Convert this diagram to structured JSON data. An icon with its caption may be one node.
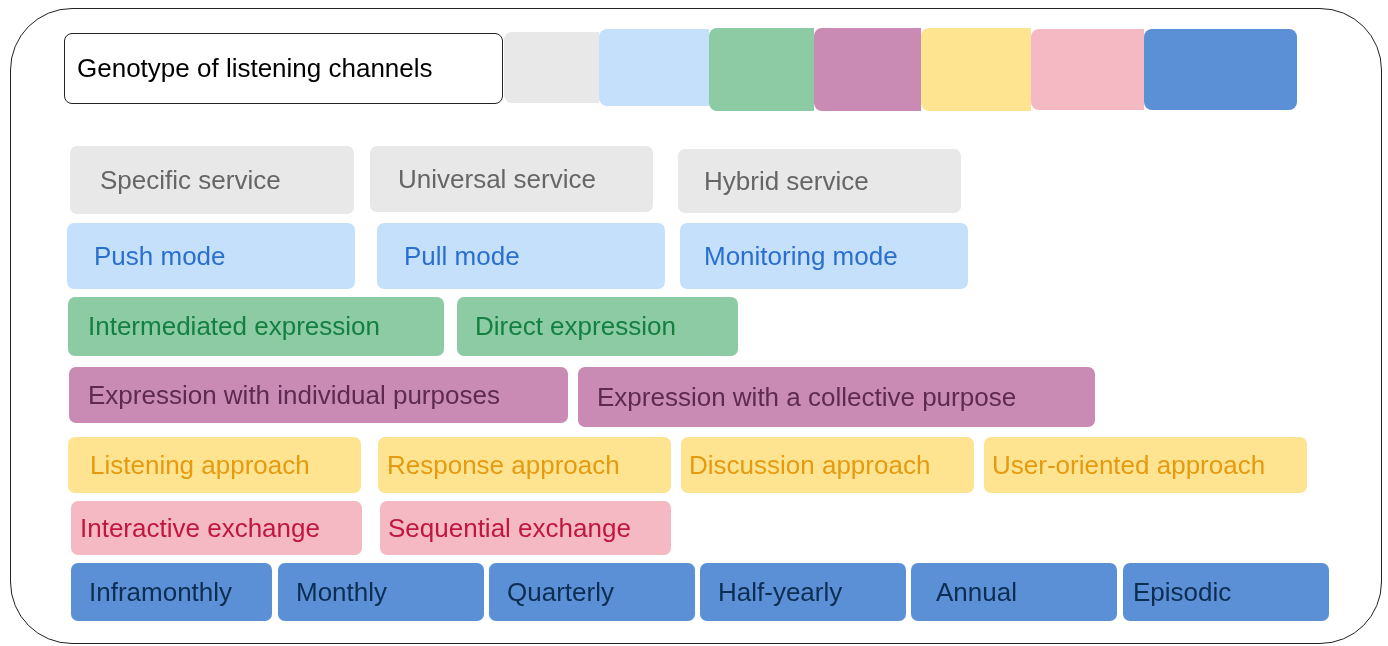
{
  "diagram": {
    "nodes": [
      {
        "text": [],
        "shape": "box"
      },
      {
        "text": [
          "Genotype of listening channels"
        ],
        "in": 0
      },
      {
        "text": [],
        "shape": "box",
        "in": 0
      },
      {
        "text": [],
        "shape": "box",
        "in": 0
      },
      {
        "text": [],
        "shape": "box",
        "in": 0
      },
      {
        "text": [],
        "shape": "box",
        "in": 0
      },
      {
        "text": [],
        "shape": "box",
        "in": 0
      },
      {
        "text": [],
        "shape": "box",
        "in": 0
      },
      {
        "text": [],
        "shape": "box",
        "in": 0
      },
      {
        "text": [
          "Specific service"
        ],
        "in": 0
      },
      {
        "text": [
          "Universal service"
        ],
        "in": 0
      },
      {
        "text": [
          "Hybrid service"
        ],
        "in": 0
      },
      {
        "text": [
          "Push mode"
        ],
        "in": 0
      },
      {
        "text": [
          "Pull mode"
        ],
        "in": 0
      },
      {
        "text": [
          "Monitoring mode"
        ],
        "in": 0
      },
      {
        "text": [
          "Intermediated expression"
        ],
        "in": 0
      },
      {
        "text": [
          "Direct expression"
        ],
        "in": 0
      },
      {
        "text": [
          "Expression with individual purposes"
        ],
        "in": 0
      },
      {
        "text": [
          "Expression with a collective purpose"
        ],
        "in": 0
      },
      {
        "text": [
          "Listening approach"
        ],
        "in": 0
      },
      {
        "text": [
          "Response approach"
        ],
        "in": 0
      },
      {
        "text": [
          "Discussion approach"
        ],
        "in": 0
      },
      {
        "text": [
          "User-oriented approach"
        ],
        "in": 0
      },
      {
        "text": [
          "Interactive exchange"
        ],
        "in": 0
      },
      {
        "text": [
          "Sequential exchange"
        ],
        "in": 0
      },
      {
        "text": [
          "Inframonthly"
        ],
        "in": 0
      },
      {
        "text": [
          "Monthly"
        ],
        "in": 0
      },
      {
        "text": [
          "Quarterly"
        ],
        "in": 0
      },
      {
        "text": [
          "Half-yearly"
        ],
        "in": 0
      },
      {
        "text": [
          "Annual"
        ],
        "in": 0
      },
      {
        "text": [
          "Episodic"
        ],
        "in": 0
      }
    ]
  }
}
